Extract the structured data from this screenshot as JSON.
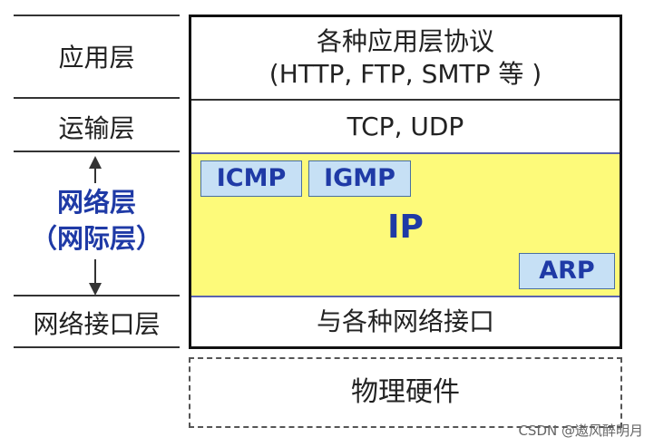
{
  "left_labels": {
    "application": "应用层",
    "transport": "运输层",
    "network_line1": "网络层",
    "network_line2": "（网际层）",
    "link": "网络接口层"
  },
  "stack": {
    "application_line1": "各种应用层协议",
    "application_line2": "(HTTP, FTP, SMTP  等 )",
    "transport": "TCP, UDP",
    "network": {
      "icmp": "ICMP",
      "igmp": "IGMP",
      "ip": "IP",
      "arp": "ARP"
    },
    "link": "与各种网络接口"
  },
  "hardware": "物理硬件",
  "watermark": "CSDN @遨风醉明月",
  "colors": {
    "network_band": "#fdfa7a",
    "protocol_box": "#c6e0f5",
    "protocol_text": "#1f3aa6"
  }
}
